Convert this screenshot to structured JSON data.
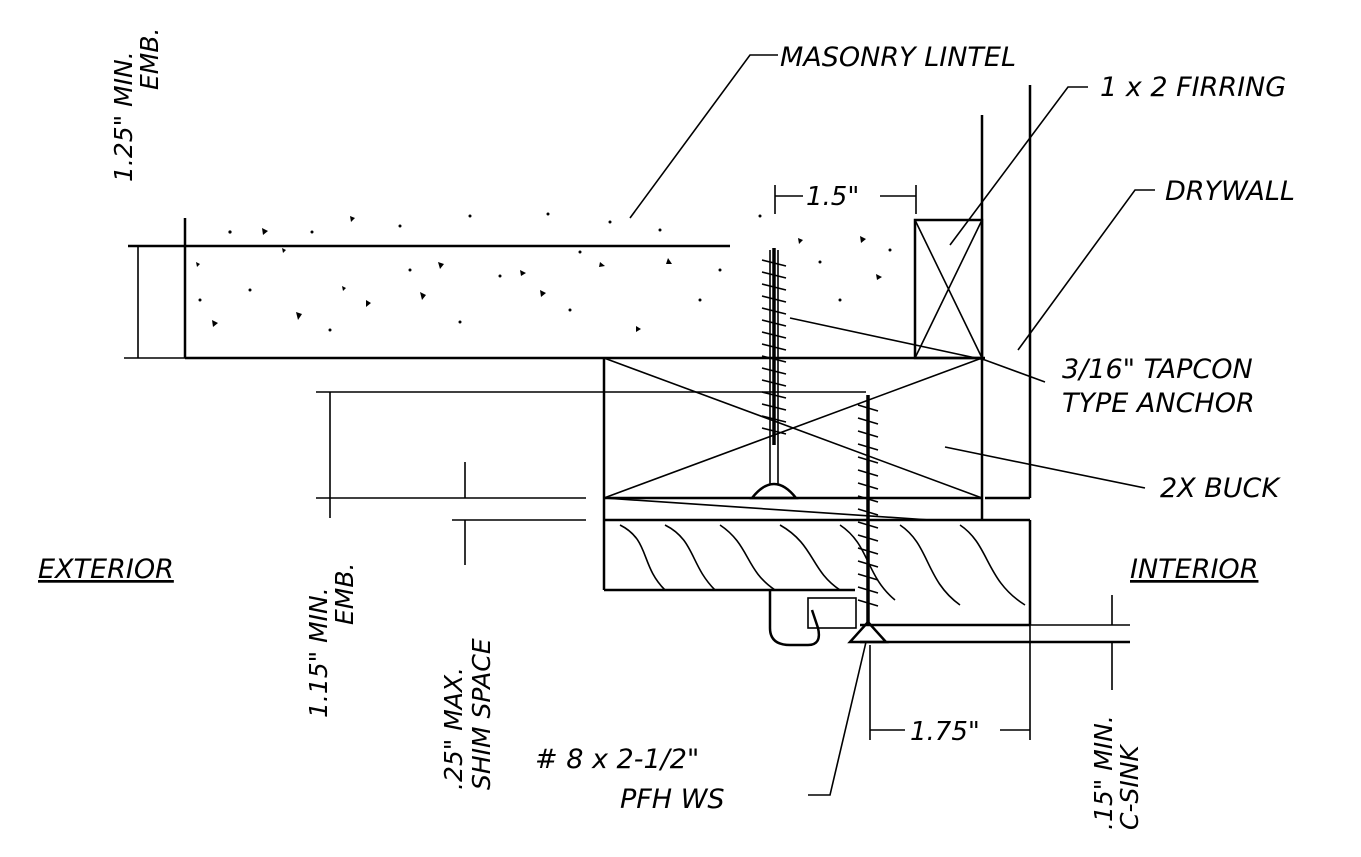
{
  "labels": {
    "masonry_lintel": "MASONRY LINTEL",
    "firring": "1 x 2 FIRRING",
    "drywall": "DRYWALL",
    "tapcon_line1": "3/16\" TAPCON",
    "tapcon_line2": "TYPE ANCHOR",
    "buck": "2X BUCK",
    "exterior": "EXTERIOR",
    "interior": "INTERIOR",
    "screw_line1": "# 8 x 2-1/2\"",
    "screw_line2": "PFH WS"
  },
  "dimensions": {
    "top_emb_line1": "1.25\" MIN.",
    "top_emb_line2": "EMB.",
    "firring_offset": "1.5\"",
    "buck_emb_line1": "1.15\" MIN.",
    "buck_emb_line2": "EMB.",
    "shim_line1": ".25\" MAX.",
    "shim_line2": "SHIM SPACE",
    "frame_depth": "1.75\"",
    "csink_line1": ".15\" MIN.",
    "csink_line2": "C-SINK"
  }
}
